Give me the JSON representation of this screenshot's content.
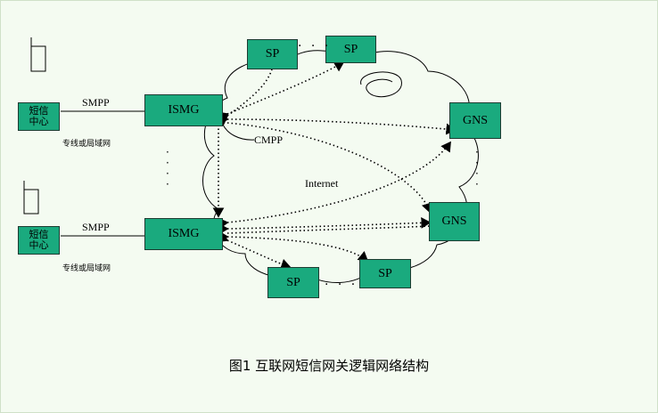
{
  "nodes": {
    "sms_center_1": {
      "line1": "短信",
      "line2": "中心"
    },
    "sms_center_2": {
      "line1": "短信",
      "line2": "中心"
    },
    "ismg_1": "ISMG",
    "ismg_2": "ISMG",
    "sp_top_left": "SP",
    "sp_top_right": "SP",
    "sp_bottom_left": "SP",
    "sp_bottom_right": "SP",
    "gns_1": "GNS",
    "gns_2": "GNS"
  },
  "labels": {
    "smpp_1": "SMPP",
    "smpp_2": "SMPP",
    "leased_line_1": "专线或局域网",
    "leased_line_2": "专线或局域网",
    "cmpp": "CMPP",
    "internet": "Internet",
    "ellipsis_top": "· · ·",
    "ellipsis_bottom": "· · ·"
  },
  "caption": "图1 互联网短信网关逻辑网络结构"
}
